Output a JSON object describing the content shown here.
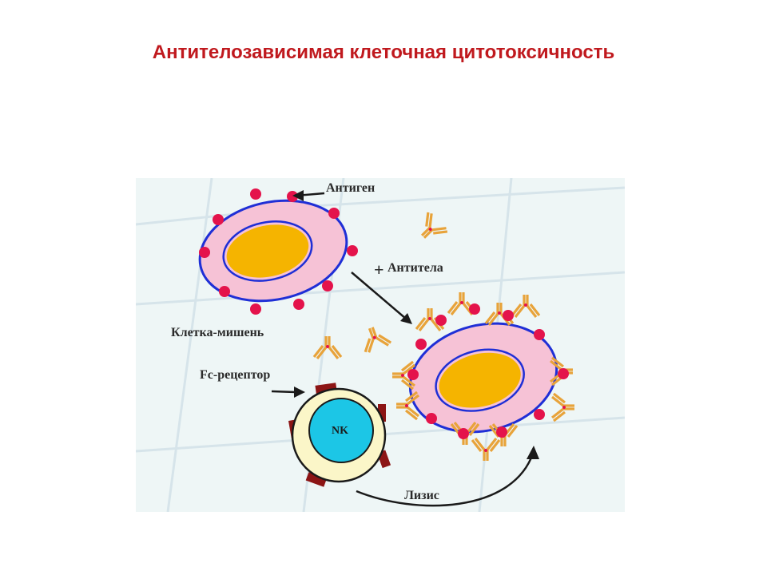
{
  "title": "Антителозависимая клеточная цитотоксичность",
  "labels": {
    "antigen": "Антиген",
    "antibodies": "Антитела",
    "plus": "+",
    "target_cell": "Клетка-мишень",
    "fc_receptor": "Fc-рецептор",
    "nk": "NK",
    "lysis": "Лизис"
  },
  "colors": {
    "title": "#c0191e",
    "cell_body": "#f6c2d6",
    "cell_membrane": "#1f2fd6",
    "nucleus": "#f5b400",
    "antigen": "#e4134b",
    "antibody": "#e8a33a",
    "nk_outer": "#fbf6c8",
    "nk_nucleus": "#1cc6e6",
    "fc_receptor": "#8c1515"
  }
}
